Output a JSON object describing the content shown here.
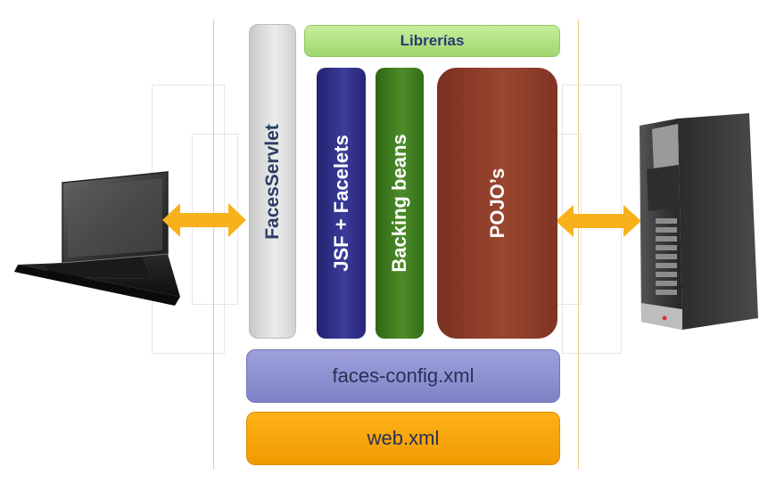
{
  "blocks": {
    "faces_servlet": "FacesServlet",
    "librerias": "Librerías",
    "jsf_facelets": "JSF + Facelets",
    "backing_beans": "Backing beans",
    "pojos": "POJO’s",
    "faces_config": "faces-config.xml",
    "web_xml": "web.xml"
  },
  "colors": {
    "faces_servlet": "#d4d4d4",
    "librerias": "#a9dc7a",
    "jsf_facelets": "#2a2a7e",
    "backing_beans": "#3c7a1e",
    "pojos": "#8a3a24",
    "faces_config": "#8c8fd0",
    "web_xml": "#f5a300",
    "arrow": "#f7b21b",
    "boundary_line": "#f2c98a"
  },
  "icons": [
    "laptop-icon",
    "server-tower-icon",
    "double-arrow-icon"
  ]
}
